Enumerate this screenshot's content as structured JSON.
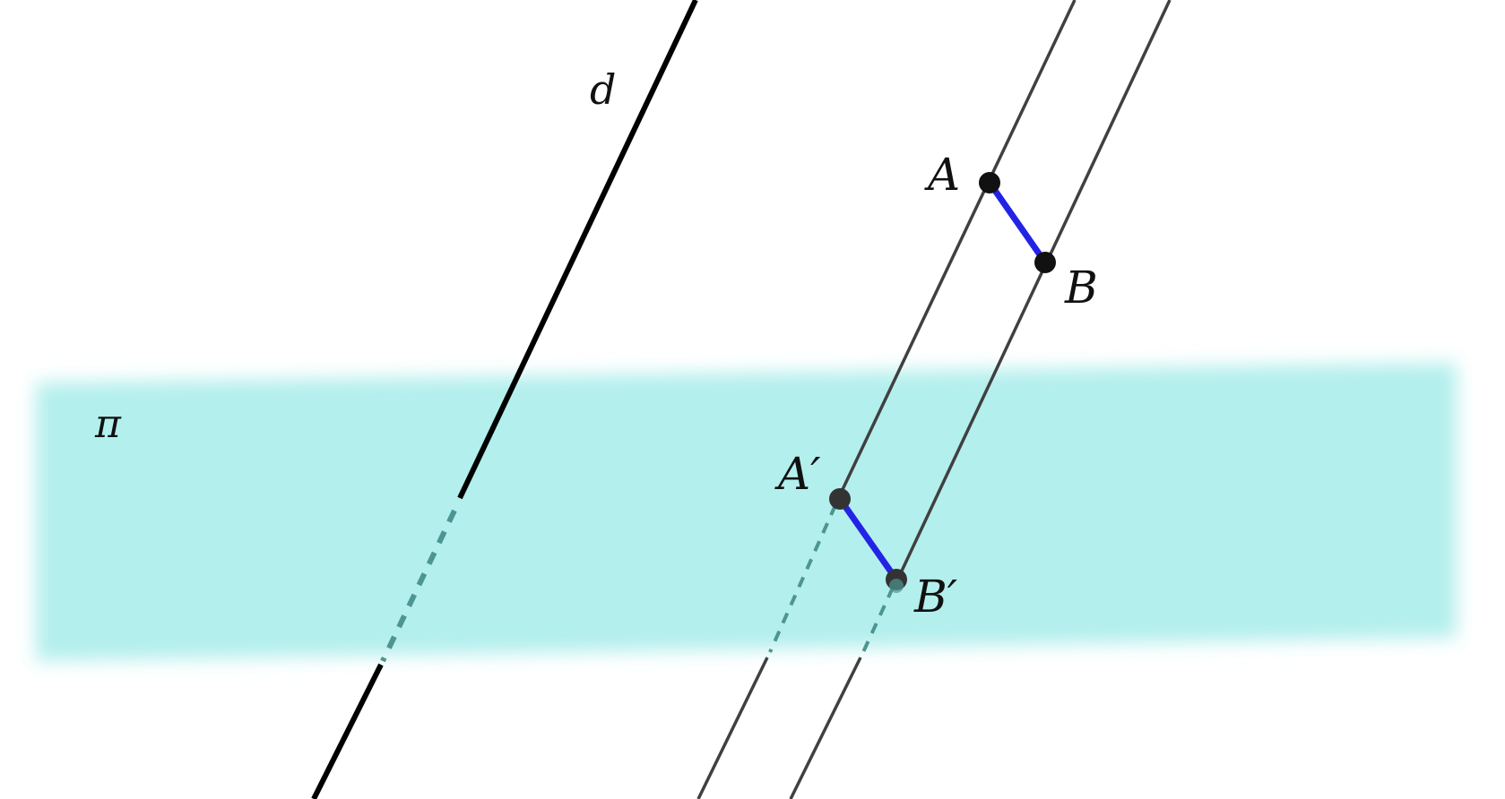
{
  "diagram": {
    "plane": {
      "label": "π",
      "color": "#b3efed"
    },
    "line_d": {
      "label": "d",
      "color": "#000000"
    },
    "points": {
      "A": "A",
      "B": "B",
      "A_prime": "A′",
      "B_prime": "B′"
    },
    "segment_color": "#2323e6",
    "hidden_part_color": "#4d9590",
    "parallel_line_color": "#404040",
    "point_color": "#111111"
  }
}
